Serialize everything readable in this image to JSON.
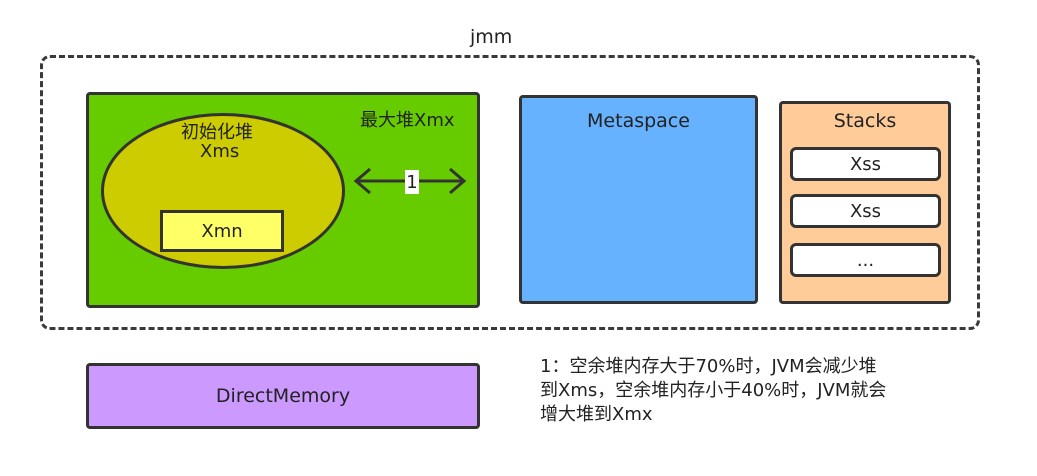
{
  "jmm": {
    "title": "jmm"
  },
  "heap": {
    "max_label": "最大堆Xmx",
    "initial_label_line1": "初始化堆",
    "initial_label_line2": "Xms",
    "young_label": "Xmn",
    "arrow_label": "1"
  },
  "metaspace": {
    "label": "Metaspace"
  },
  "stacks": {
    "label": "Stacks",
    "items": [
      "Xss",
      "Xss",
      "..."
    ]
  },
  "direct_memory": {
    "label": "DirectMemory"
  },
  "note": {
    "lines": [
      "1：空余堆内存大于70%时，JVM会减少堆",
      "到Xms，空余堆内存小于40%时，JVM就会",
      "增大堆到Xmx"
    ]
  },
  "colors": {
    "heap": "#66cc00",
    "initial_heap": "#cccc00",
    "young": "#ffff66",
    "metaspace": "#66b2ff",
    "stacks": "#ffcc99",
    "direct_memory": "#cc99ff"
  }
}
